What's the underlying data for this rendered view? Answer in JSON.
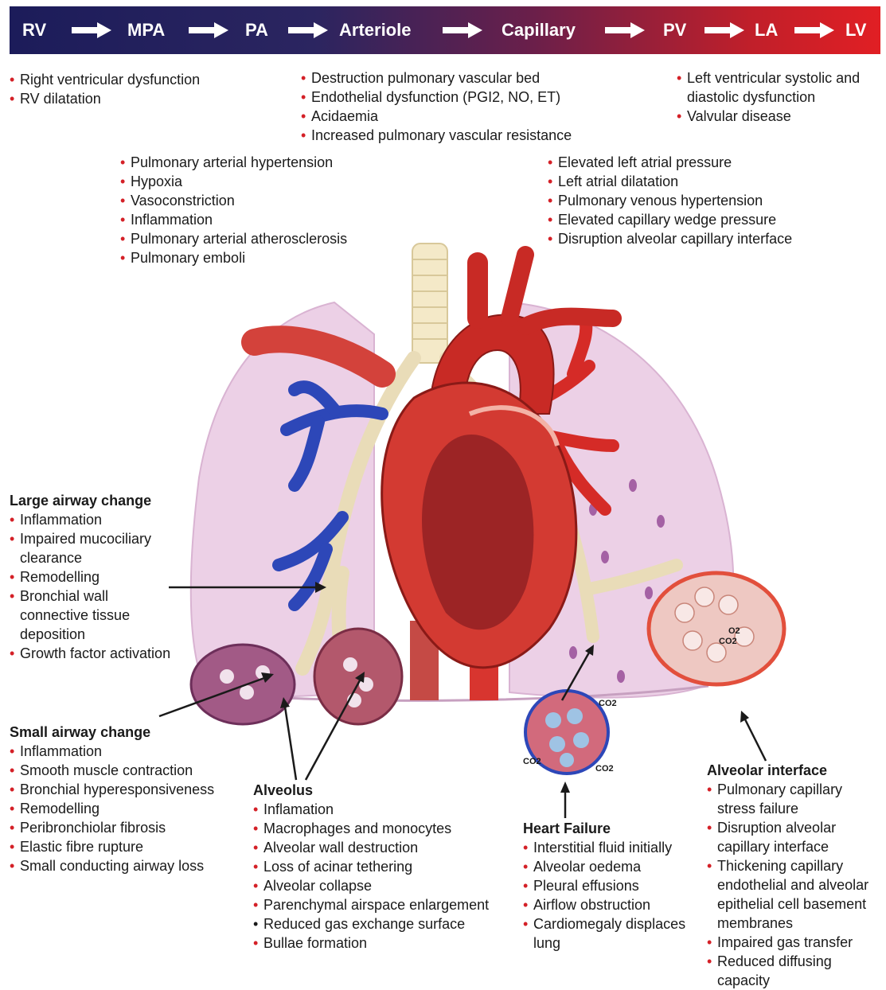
{
  "flow": {
    "nodes": [
      "RV",
      "MPA",
      "PA",
      "Arteriole",
      "Capillary",
      "PV",
      "LA",
      "LV"
    ]
  },
  "top_left": [
    "Right ventricular dysfunction",
    "RV dilatation"
  ],
  "top_mid": [
    "Destruction pulmonary vascular bed",
    "Endothelial dysfunction (PGI2, NO, ET)",
    "Acidaemia",
    "Increased pulmonary vascular resistance"
  ],
  "top_right": [
    "Left ventricular systolic and",
    "diastolic dysfunction",
    "Valvular disease"
  ],
  "mid_left": [
    "Pulmonary arterial hypertension",
    "Hypoxia",
    "Vasoconstriction",
    "Inflammation",
    "Pulmonary arterial atherosclerosis",
    "Pulmonary emboli"
  ],
  "mid_right": [
    "Elevated left atrial pressure",
    "Left atrial dilatation",
    "Pulmonary venous hypertension",
    "Elevated capillary wedge pressure",
    "Disruption alveolar capillary interface"
  ],
  "large_airway": {
    "title": "Large airway change",
    "items": [
      "Inflammation",
      "Impaired mucociliary",
      "clearance",
      "Remodelling",
      "Bronchial wall",
      "connective tissue",
      "deposition",
      "Growth factor activation"
    ]
  },
  "small_airway": {
    "title": "Small airway change",
    "items": [
      "Inflammation",
      "Smooth muscle contraction",
      "Bronchial hyperesponsiveness",
      "Remodelling",
      "Peribronchiolar fibrosis",
      "Elastic fibre rupture",
      "Small conducting airway loss"
    ]
  },
  "alveolus": {
    "title": "Alveolus",
    "items": [
      "Inflamation",
      "Macrophages and monocytes",
      "Alveolar wall destruction",
      "Loss of acinar tethering",
      "Alveolar collapse",
      "Parenchymal airspace enlargement",
      "Reduced gas exchange surface",
      "Bullae formation"
    ]
  },
  "heart_failure": {
    "title": "Heart Failure",
    "items": [
      "Interstitial fluid initially",
      "Alveolar oedema",
      "Pleural effusions",
      "Airflow obstruction",
      "Cardiomegaly displaces",
      "lung"
    ]
  },
  "alveolar_interface": {
    "title": "Alveolar interface",
    "items": [
      "Pulmonary capillary",
      "stress failure",
      "Disruption alveolar",
      "capillary interface",
      "Thickening capillary",
      "endothelial and alveolar",
      "epithelial cell basement",
      "membranes",
      "Impaired gas transfer",
      "Reduced diffusing",
      "capacity"
    ]
  },
  "gas_labels": {
    "o2": "O2",
    "co2": "CO2"
  },
  "colors": {
    "bullet": "#d42027",
    "flow_start": "#1c1c5a",
    "flow_end": "#e11f24",
    "artery_red": "#d52b27",
    "vein_blue": "#2d47b8",
    "lung_pink": "#e8c6e0"
  }
}
